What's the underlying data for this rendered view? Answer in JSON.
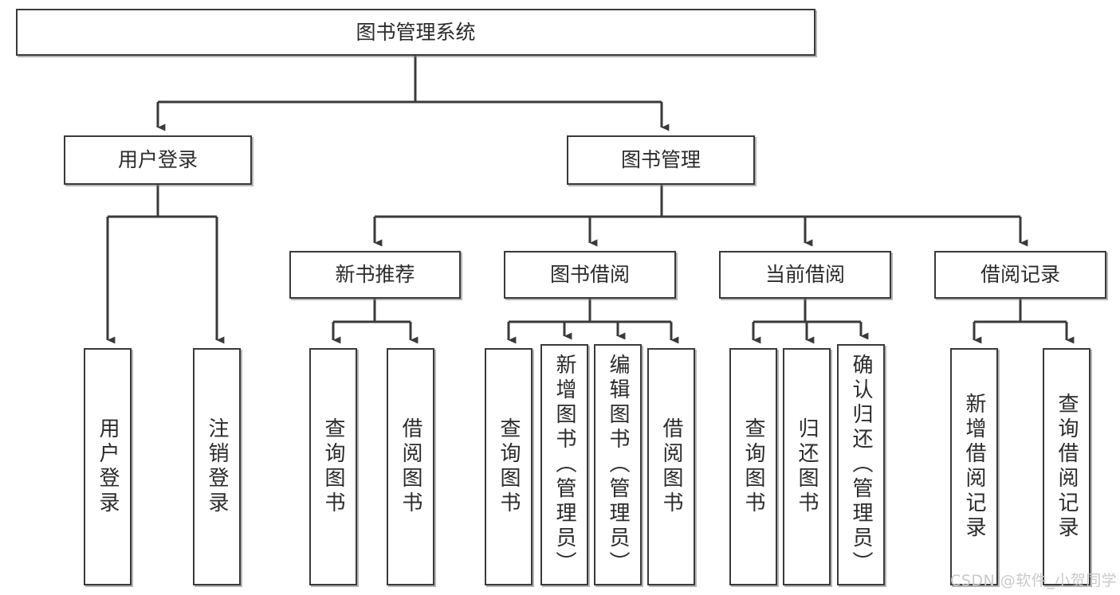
{
  "diagram": {
    "title": "图书管理系统",
    "type": "tree-structure-chart",
    "line_color": "#3a3a3a",
    "box_fill": "#ffffff",
    "text_color": "#2b2b2b",
    "root": {
      "label": "图书管理系统"
    },
    "level2": [
      {
        "label": "用户登录"
      },
      {
        "label": "图书管理"
      }
    ],
    "level3": [
      {
        "label": "新书推荐"
      },
      {
        "label": "图书借阅"
      },
      {
        "label": "当前借阅"
      },
      {
        "label": "借阅记录"
      }
    ],
    "leaves": {
      "user_login": [
        {
          "label": "用户登录"
        },
        {
          "label": "注销登录"
        }
      ],
      "new_book": [
        {
          "label": "查询图书"
        },
        {
          "label": "借阅图书"
        }
      ],
      "book_borrow": [
        {
          "label": "查询图书"
        },
        {
          "label": "新增图书（管理员）"
        },
        {
          "label": "编辑图书（管理员）"
        },
        {
          "label": "借阅图书"
        }
      ],
      "current_borrow": [
        {
          "label": "查询图书"
        },
        {
          "label": "归还图书"
        },
        {
          "label": "确认归还（管理员）"
        }
      ],
      "borrow_record": [
        {
          "label": "新增借阅记录"
        },
        {
          "label": "查询借阅记录"
        }
      ]
    }
  },
  "watermark": {
    "text": "CSDN @软件_小贺同学",
    "color": "#c9c9c9"
  }
}
